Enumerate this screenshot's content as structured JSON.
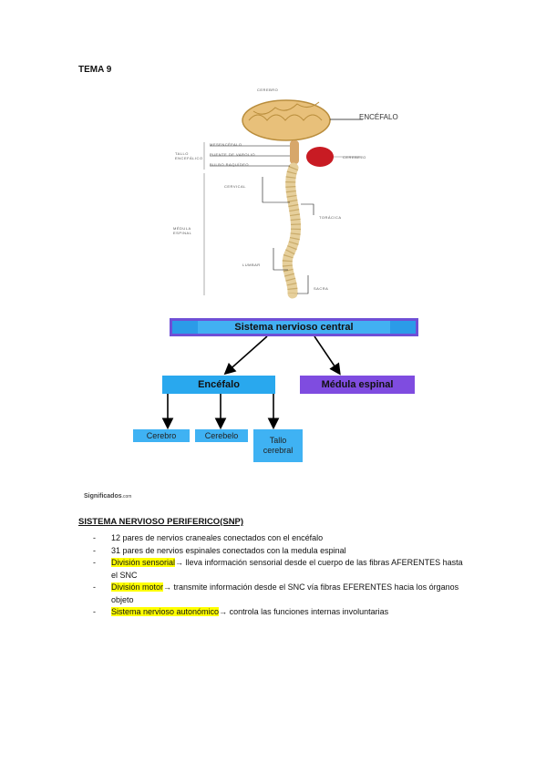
{
  "heading": "TEMA 9",
  "figure": {
    "labels": {
      "cerebro": "CEREBRO",
      "encefalo": "ENCÉFALO",
      "tallo": "TALLO ENCEFÁLICO",
      "mesencefalo": "MESENCÉFALO",
      "puente": "PUENTE DE VAROLIO",
      "bulbo": "BULBO RAQUÍDEO",
      "cerebelo": "CEREBELO",
      "cervical": "CERVICAL",
      "toracica": "TORÁCICA",
      "lumbar": "LUMBAR",
      "sacra": "SACRA",
      "medula": "MÉDULA ESPINAL"
    }
  },
  "diagram": {
    "root": "Sistema nervioso central",
    "encefalo": "Encéfalo",
    "medula": "Médula espinal",
    "cerebro": "Cerebro",
    "cerebelo": "Cerebelo",
    "tallo_1": "Tallo",
    "tallo_2": "cerebral"
  },
  "source_brand": "Significados",
  "source_suffix": ".com",
  "snp": {
    "title": "SISTEMA NERVIOSO PERIFERICO(SNP)",
    "item1": "12 pares de nervios craneales conectados con el encéfalo",
    "item2": "31 pares de nervios espinales conectados con la medula espinal",
    "item3_hl": "División sensorial",
    "item3_rest": "→ lleva información sensorial desde el cuerpo de las fibras AFERENTES hasta el SNC",
    "item4_hl": "División motor",
    "item4_rest": "→ transmite información desde el SNC vía fibras EFERENTES hacia los órganos objeto",
    "item5_hl": "Sistema nervioso autonómico",
    "item5_rest": "→ controla las funciones internas involuntarias"
  }
}
